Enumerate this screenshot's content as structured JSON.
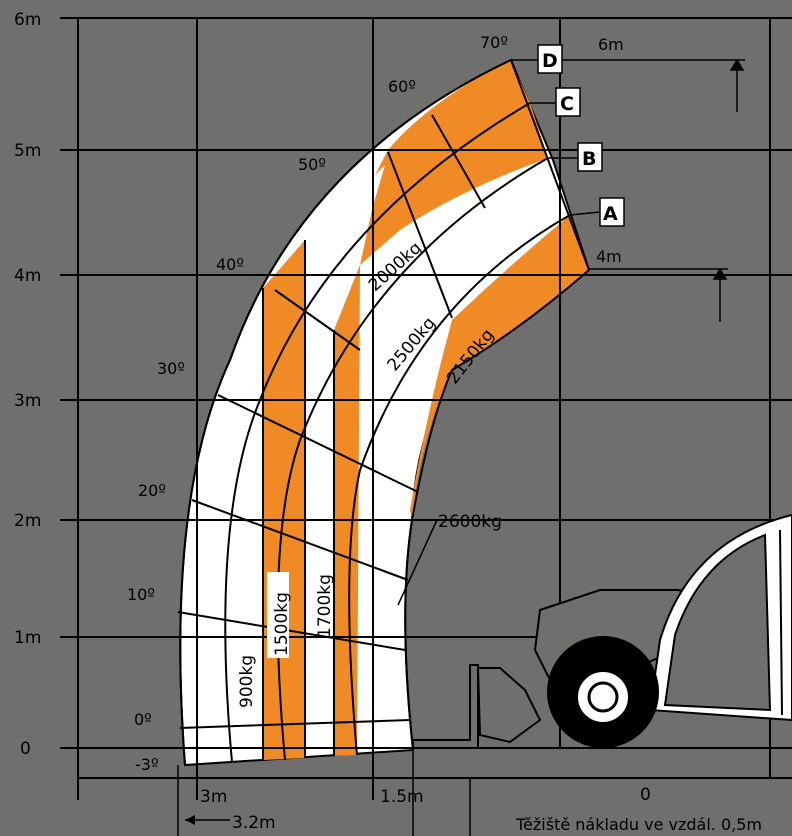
{
  "colors": {
    "background": "#6f6f6e",
    "orange": "#f08a24",
    "white": "#ffffff",
    "line": "#000000"
  },
  "y_axis": {
    "labels": [
      "6m",
      "5m",
      "4m",
      "3m",
      "2m",
      "1m",
      "0"
    ]
  },
  "x_axis": {
    "labels": [
      "3m",
      "1.5m",
      "0"
    ],
    "offset_label": "3.2m",
    "caption": "Těžiště nákladu ve vzdál. 0,5m"
  },
  "angles": [
    "70º",
    "60º",
    "50º",
    "40º",
    "30º",
    "20º",
    "10º",
    "0º",
    "-3º"
  ],
  "boom_positions": [
    "D",
    "C",
    "B",
    "A"
  ],
  "heights": {
    "top": "6m",
    "lower": "4m"
  },
  "loads": [
    "900kg",
    "1500kg",
    "1700kg",
    "2000kg",
    "2500kg",
    "2150kg",
    "2600kg"
  ]
}
